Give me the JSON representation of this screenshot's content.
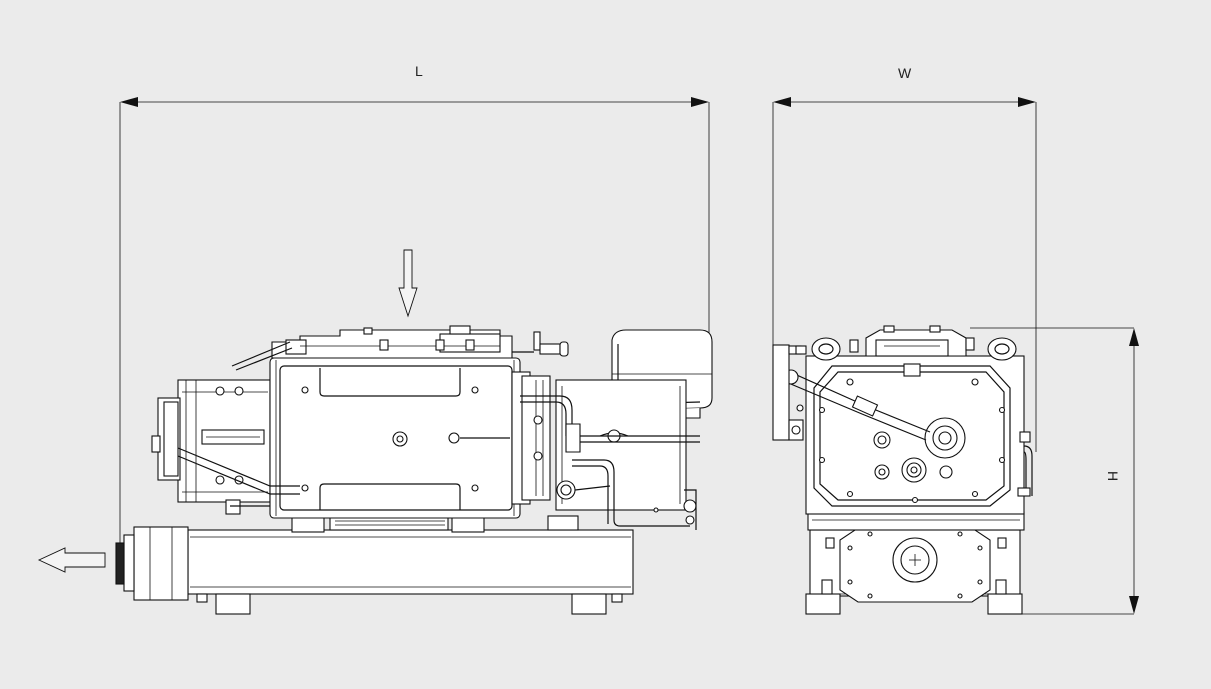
{
  "dimensions": {
    "length_label": "L",
    "width_label": "W",
    "height_label": "H"
  },
  "icons": {
    "inlet_arrow": "arrow-down-outline",
    "outlet_arrow": "arrow-left-outline"
  },
  "colors": {
    "background": "#ebebeb",
    "line": "#111111",
    "fill": "#ffffff"
  }
}
